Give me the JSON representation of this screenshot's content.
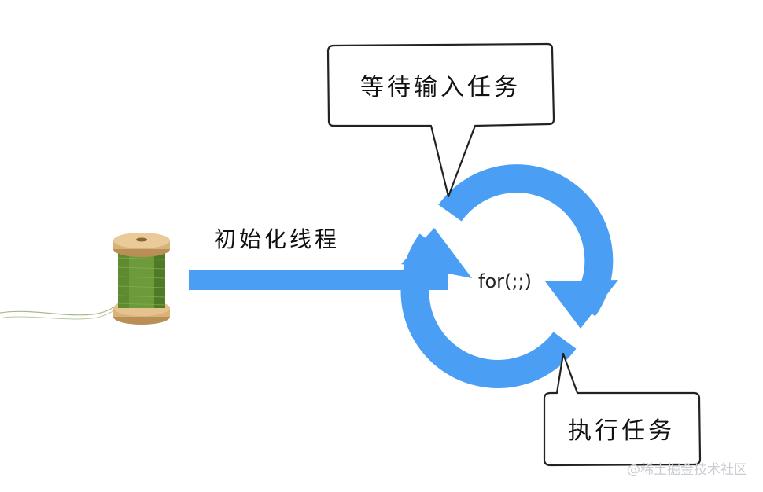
{
  "labels": {
    "wait_task": "等待输入任务",
    "init_thread": "初始化线程",
    "loop": "for(;;)",
    "execute_task": "执行任务"
  },
  "watermark": "@稀土掘金技术社区",
  "colors": {
    "arrow_blue": "#4a9ff5",
    "callout_stroke": "#222222",
    "spool_wood": "#d8b27a",
    "thread_green": "#6d9a3a"
  }
}
